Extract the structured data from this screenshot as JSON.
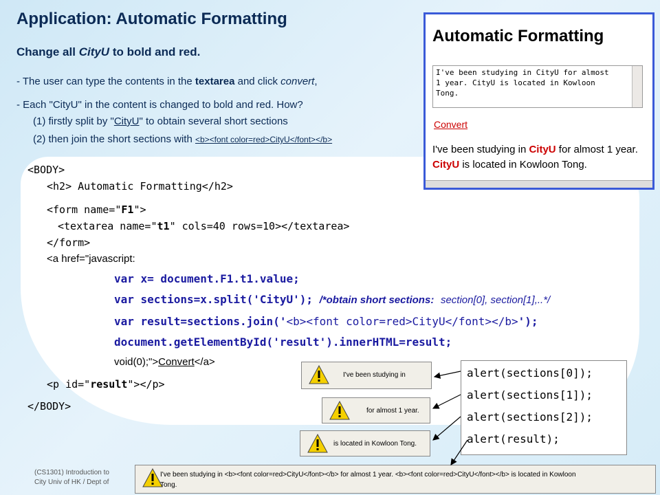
{
  "title": "Application: Automatic Formatting",
  "subtitle": {
    "pre": "Change all ",
    "em": "CityU",
    "post": " to bold and red."
  },
  "bullets": {
    "b1_pre": "- The user can type the contents in the ",
    "b1_bold": "textarea",
    "b1_mid": " and click ",
    "b1_em": "convert",
    "b1_post": ",",
    "b2": "- Each \"CityU\" in the content is changed to bold and red.  How?",
    "b3_pre": "(1) firstly split by \"",
    "b3_u": "CityU",
    "b3_post": "\" to obtain several short sections",
    "b4_pre": "(2) then join the short sections with ",
    "b4_u": "<b><font color=red>CityU</font></b>"
  },
  "code": {
    "body_open": "<BODY>",
    "h2": "<h2> Automatic Formatting</h2>",
    "form_open_pre": "<form name=\"",
    "form_name": "F1",
    "form_open_post": "\">",
    "textarea_pre": "<textarea name=\"",
    "textarea_name": "t1",
    "textarea_post": "\"  cols=40 rows=10></textarea>",
    "form_close": "</form>",
    "a_open": "<a href=\"javascript:",
    "js1": "var x= document.F1.t1.value;",
    "js2": "var sections=x.split('CityU');",
    "js2_comment": "/*obtain short sections:",
    "js2_comment2": "section[0], section[1],..*/",
    "js3_pre": "var result=sections.join('",
    "js3_str": "<b><font color=red>CityU</font></b>",
    "js3_post": "');",
    "js4": "document.getElementById('result').innerHTML=result;",
    "void_pre": "void(0);\">",
    "void_link": "Convert",
    "void_post": "</a>",
    "p_pre": "<p id=\"",
    "p_id": "result",
    "p_post": "\"></p>",
    "body_close": "</BODY>"
  },
  "browser": {
    "heading": "Automatic Formatting",
    "textarea_line1": "I've been studying in CityU for almost",
    "textarea_line2": "1 year.  CityU is located in Kowloon",
    "textarea_line3": "Tong.",
    "link": "Convert",
    "result": {
      "p1": "I've been studying in ",
      "c1": "CityU",
      "p2": " for almost 1 year. ",
      "c2": "CityU",
      "p3": " is located in Kowloon Tong."
    }
  },
  "alerts": {
    "a0": "I've been studying in",
    "a1": "for almost 1 year.",
    "a2": "is located in Kowloon Tong.",
    "result_line1": "I've been studying in <b><font color=red>CityU</font></b> for almost 1 year. <b><font color=red>CityU</font></b> is located in Kowloon",
    "result_line2": "Tong."
  },
  "side_calls": [
    "alert(sections[0]);",
    "alert(sections[1]);",
    "alert(sections[2]);",
    "alert(result);"
  ],
  "footer": {
    "line1": "(CS1301) Introduction to",
    "line2": "City Univ of HK / Dept of"
  },
  "colors": {
    "accent_blue": "#1a1aa0",
    "title_navy": "#0b2a55",
    "red": "#cc0000",
    "frame_blue": "#3a5ad8"
  }
}
